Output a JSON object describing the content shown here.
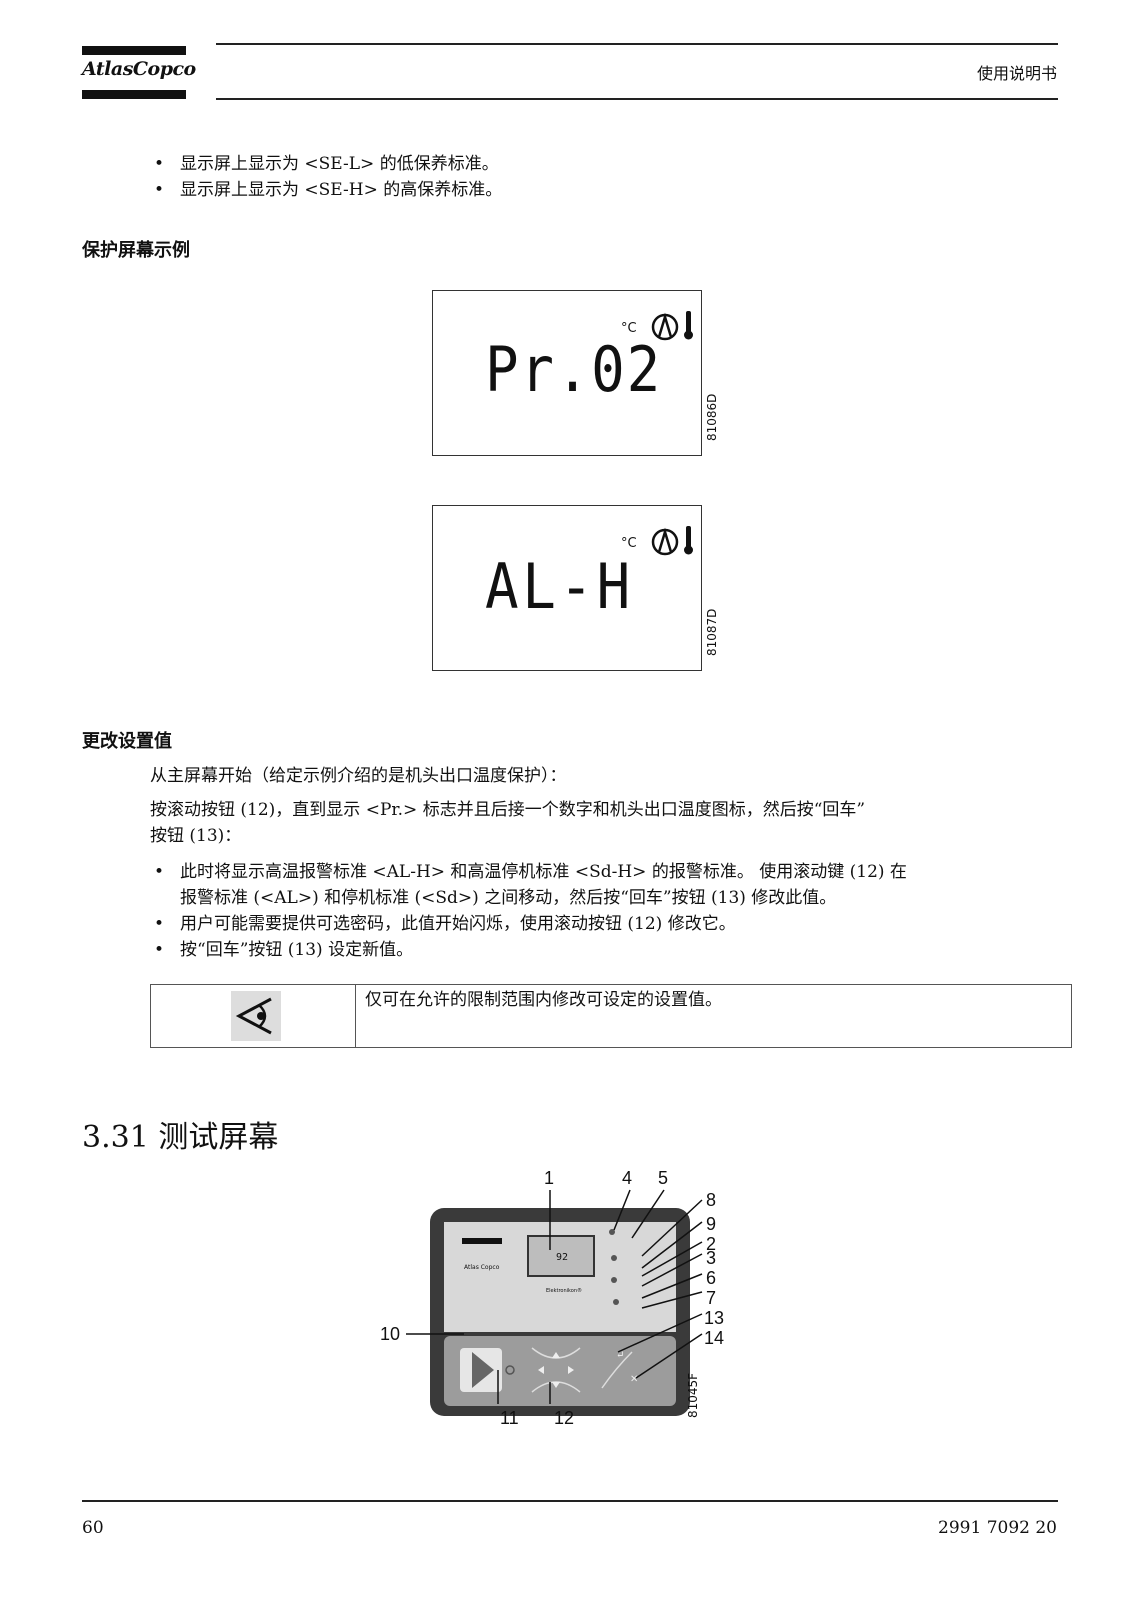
{
  "header": {
    "logo_text": "AtlasCopco",
    "title": "使用说明书"
  },
  "intro_bullets": [
    "显示屏上显示为 <SE-L> 的低保养标准。",
    "显示屏上显示为 <SE-H> 的高保养标准。"
  ],
  "protection_section": {
    "heading": "保护屏幕示例",
    "screens": [
      {
        "reading": "Pr.02",
        "unit": "°C",
        "code": "81086D"
      },
      {
        "reading": "AL-H",
        "unit": "°C",
        "code": "81087D"
      }
    ]
  },
  "change_section": {
    "heading": "更改设置值",
    "para1": "从主屏幕开始（给定示例介绍的是机头出口温度保护）：",
    "para2_line1": "按滚动按钮 (12)，直到显示 <Pr.> 标志并且后接一个数字和机头出口温度图标，然后按“回车”",
    "para2_line2": "按钮 (13)：",
    "bullets": [
      {
        "line1": "此时将显示高温报警标准 <AL-H> 和高温停机标准 <Sd-H> 的报警标准。 使用滚动键 (12) 在",
        "line2": "报警标准 (<AL>) 和停机标准 (<Sd>) 之间移动，然后按“回车”按钮 (13) 修改此值。"
      },
      {
        "line1": "用户可能需要提供可选密码，此值开始闪烁，使用滚动按钮 (12) 修改它。",
        "line2": ""
      },
      {
        "line1": "按“回车”按钮 (13) 设定新值。",
        "line2": ""
      }
    ],
    "note_text": "仅可在允许的限制范围内修改可设定的设置值。"
  },
  "test_section": {
    "title": "3.31  测试屏幕",
    "figure_code": "81045F",
    "controller_brand": "Atlas Copco",
    "controller_model": "Elektronikon®",
    "display_value": "92",
    "callouts_top": [
      "1",
      "4",
      "5"
    ],
    "callouts_right": [
      "8",
      "9",
      "2",
      "3",
      "6",
      "7",
      "13",
      "14"
    ],
    "callouts_left": [
      "10"
    ],
    "callouts_bottom": [
      "11",
      "12"
    ]
  },
  "footer": {
    "page_number": "60",
    "doc_number": "2991 7092 20"
  }
}
